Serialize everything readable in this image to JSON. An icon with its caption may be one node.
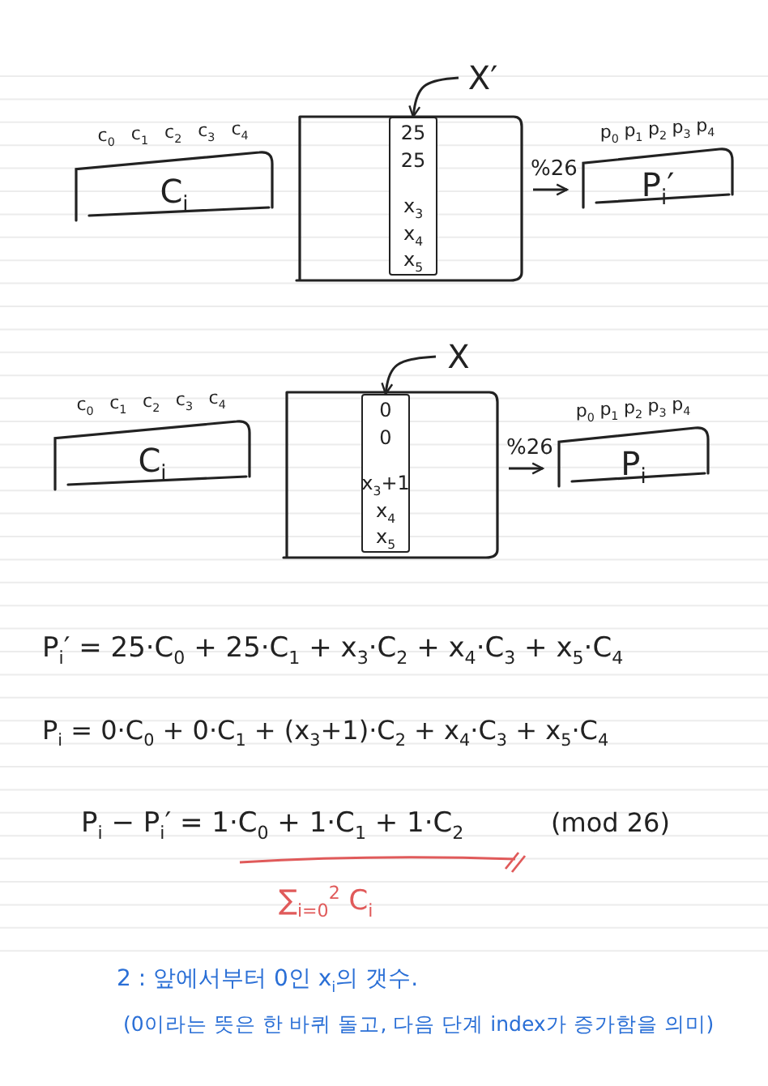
{
  "diagram": {
    "nodes": [
      {
        "text": [
          "C$_{i}$"
        ],
        "beside": [
          "c$_{0}$",
          "c$_{1}$",
          "c$_{2}$",
          "c$_{3}$",
          "c$_{4}$"
        ]
      },
      {
        "text": [],
        "shape": "box"
      },
      {
        "text": [
          "25",
          "25",
          "x$_{3}$",
          "x$_{4}$",
          "x$_{5}$"
        ],
        "in": 1
      },
      {
        "text": [
          "X′"
        ]
      },
      {
        "text": [
          "P$_{i}$′"
        ],
        "beside": [
          "p$_{0}$",
          "p$_{1}$",
          "p$_{2}$",
          "p$_{3}$",
          "p$_{4}$"
        ]
      },
      {
        "text": [
          "C$_{i}$"
        ],
        "beside": [
          "c$_{0}$",
          "c$_{1}$",
          "c$_{2}$",
          "c$_{3}$",
          "c$_{4}$"
        ]
      },
      {
        "text": [],
        "shape": "box"
      },
      {
        "text": [
          "0",
          "0",
          "x$_{3}$+1",
          "x$_{4}$",
          "x$_{5}$"
        ],
        "in": 6
      },
      {
        "text": [
          "X"
        ]
      },
      {
        "text": [
          "P$_{i}$"
        ],
        "beside": [
          "p$_{0}$",
          "p$_{1}$",
          "p$_{2}$",
          "p$_{3}$",
          "p$_{4}$"
        ]
      }
    ],
    "edges": [
      {
        "from": 3,
        "to": 2,
        "arrow": "to"
      },
      {
        "from": 1,
        "to": 4,
        "arrow": "to",
        "label": "%26"
      },
      {
        "from": 8,
        "to": 7,
        "arrow": "to"
      },
      {
        "from": 6,
        "to": 9,
        "arrow": "to",
        "label": "%26"
      }
    ],
    "labels": [
      "P$_{i}$′ = 25·C$_{0}$ + 25·C$_{1}$ + x$_{3}$·C$_{2}$ + x$_{4}$·C$_{3}$ + x$_{5}$·C$_{4}$",
      "P$_{i}$ = 0·C$_{0}$ + 0·C$_{1}$ + (x$_{3}$+1)·C$_{2}$ + x$_{4}$·C$_{3}$ + x$_{5}$·C$_{4}$",
      "P$_{i}$ − P$_{i}$′ = 1·C$_{0}$ + 1·C$_{1}$ + 1·C$_{2}$",
      "(mod 26)",
      "∑$_{i=0}$$^{2}$ C$_{i}$",
      "2 : 앞에서부터 0인 x$_{i}$의 갯수.",
      "(0이라는 뜻은 한 바퀴 돌고, 다음 단계 index가 증가함을 의미)"
    ]
  }
}
